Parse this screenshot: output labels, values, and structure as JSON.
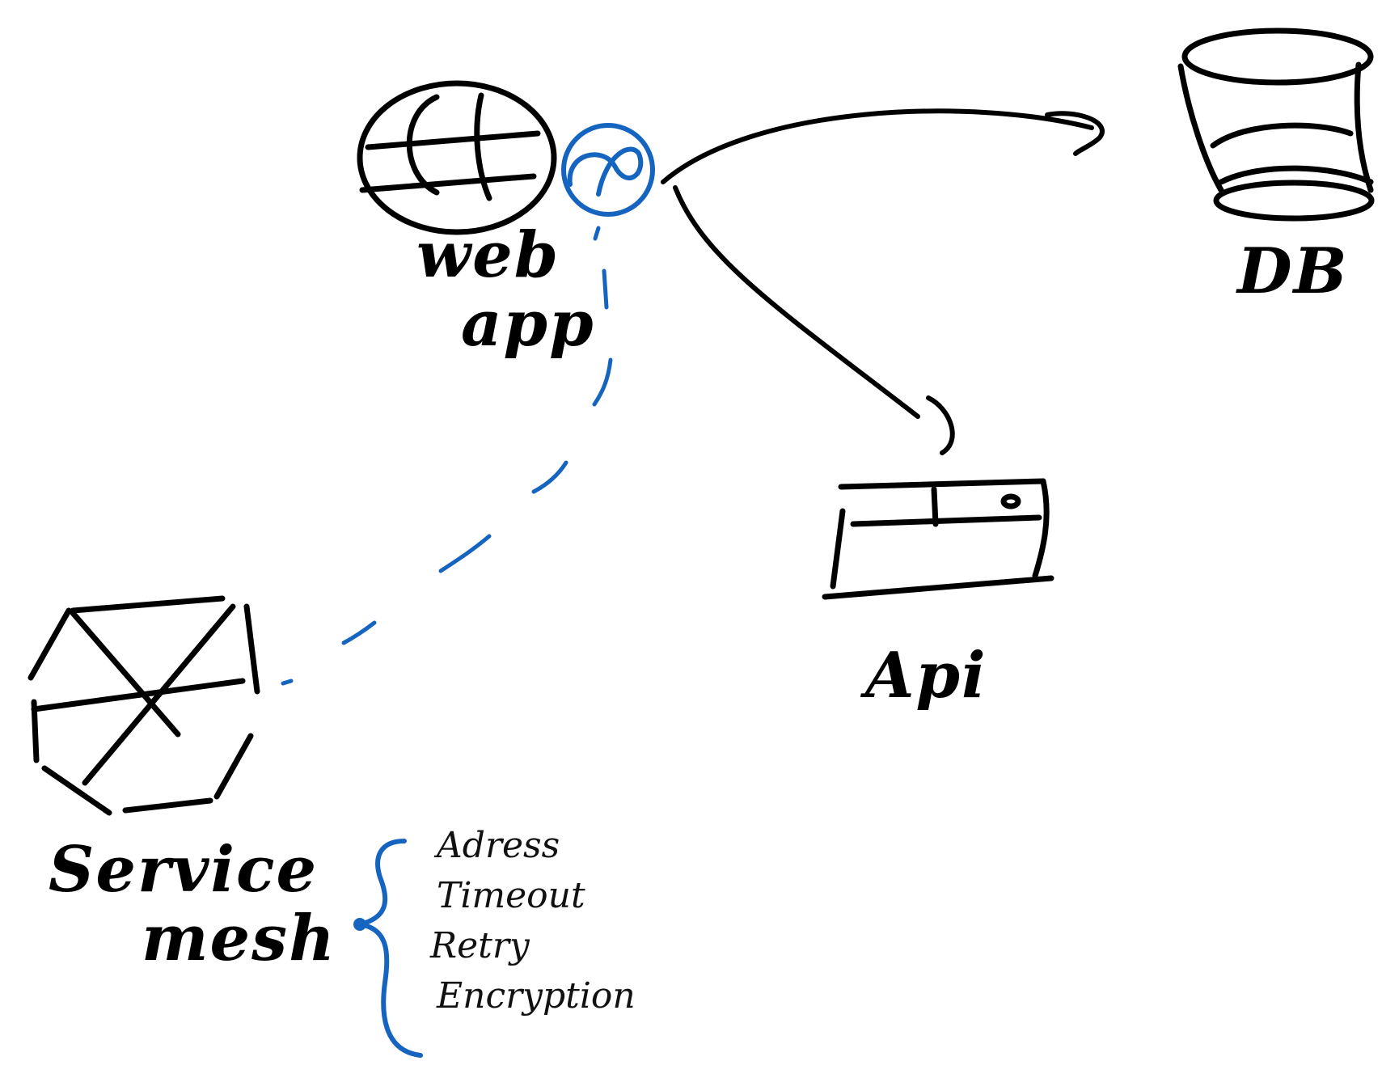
{
  "colors": {
    "ink": "#000000",
    "accent": "#1565c0",
    "background": "#ffffff"
  },
  "nodes": {
    "web_app": {
      "label_line1": "web",
      "label_line2": "app",
      "icon": "globe-icon"
    },
    "db": {
      "label": "DB",
      "icon": "database-icon"
    },
    "api": {
      "label": "Api",
      "icon": "server-icon"
    },
    "service_mesh": {
      "label_line1": "Service",
      "label_line2": "mesh",
      "icon": "mesh-hexagon-icon"
    },
    "sidecar": {
      "icon": "sidecar-proxy-icon"
    }
  },
  "mesh_features": [
    "Adress",
    "Timeout",
    "Retry",
    "Encryption"
  ]
}
